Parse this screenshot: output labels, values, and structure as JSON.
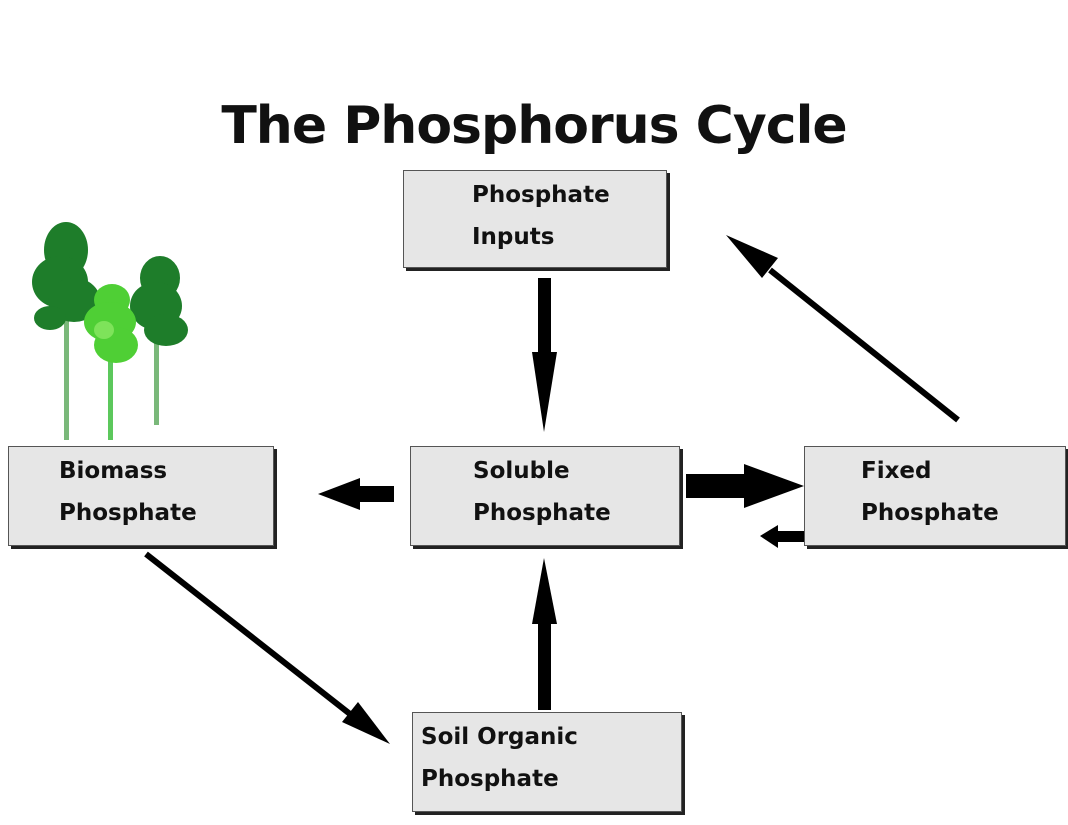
{
  "title": "The Phosphorus Cycle",
  "nodes": {
    "inputs": {
      "line1": "Phosphate",
      "line2": "Inputs"
    },
    "biomass": {
      "line1": "Biomass",
      "line2": "Phosphate"
    },
    "soluble": {
      "line1": "Soluble",
      "line2": "Phosphate"
    },
    "fixed": {
      "line1": "Fixed",
      "line2": "Phosphate"
    },
    "soil": {
      "line1": "Soil Organic",
      "line2": "Phosphate"
    }
  },
  "colors": {
    "box_fill": "#e6e6e6",
    "arrow": "#000000",
    "tree_dark": "#1e7d2a",
    "tree_light": "#5ad43c"
  },
  "icons": [
    "trees-illustration"
  ]
}
